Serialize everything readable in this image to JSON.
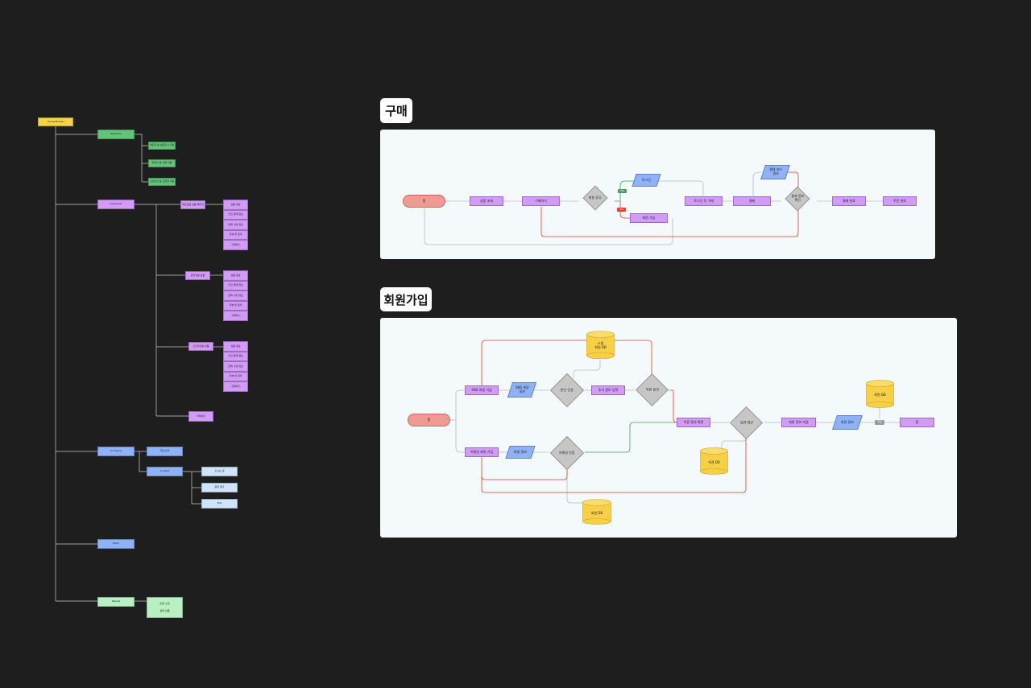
{
  "sitemap": {
    "root": "Home(Mobile)",
    "sec1": "Welcome",
    "sec1_items": [
      "레트로 봉 설문조사 이동",
      "온라인 봉 쿠폰 이동",
      "오프라인 봉 교환권 이동"
    ],
    "sec2": "Developer",
    "sec2_subs": [
      "레트로봉 상품 페이지",
      "온라인봉 상품",
      "오프라인봉 상품",
      "커미셔너"
    ],
    "sec2_group_items": [
      "상품 정보",
      "할인 판매 정보",
      "판매 수량 정보",
      "리뷰 및 문의",
      "구매하기"
    ],
    "sec3": "Company",
    "sec3_subs": [
      "회사소개",
      "Contact"
    ],
    "sec3_leaves": [
      "오시는 길",
      "문의 접수",
      "FAQ"
    ],
    "sec4": "Team",
    "sec5": "Market",
    "sec5_items": [
      "마켓 소개",
      "판매 상품"
    ]
  },
  "purchase": {
    "title": "구매",
    "start": "홈",
    "browse": "상품 조회",
    "buy": "구매하기",
    "decision_login": "회원 유무",
    "login_io": "로그인",
    "yes_tag": "YES",
    "no_tag": "NO",
    "signup": "회원 가입",
    "after_login": "로그인 후 구매",
    "pay": "결제",
    "card_io": "결제 카드\n정보",
    "pay_check": "결제 정보\n확인",
    "pay_done": "결제 완료",
    "end": "주문 완료"
  },
  "signup": {
    "title": "회원가입",
    "start": "홈",
    "sns_signup": "SNS 회원 가입",
    "sns_info": "SNS 계정\n정보",
    "sns_verify": "본인 인증",
    "user_db": "소셜\n회원 DB",
    "extra_info": "추가 정보 입력",
    "agree1": "약관 동의",
    "email_signup": "이메일 회원 가입",
    "member_info": "회원 정보",
    "email_verify": "이메일 인증",
    "member_db": "회원 DB",
    "terms_form": "약관 동의 화면",
    "terms_db": "약관 DB",
    "agree2": "입력 확인",
    "complete_form": "회원 정보 저장",
    "save_io": "회원 정보",
    "store_tag": "저장",
    "final_db": "회원 DB",
    "end": "홈"
  },
  "colors": {
    "line": "#bbbbbb",
    "yes": "#3aa35a",
    "no": "#d9432f"
  }
}
